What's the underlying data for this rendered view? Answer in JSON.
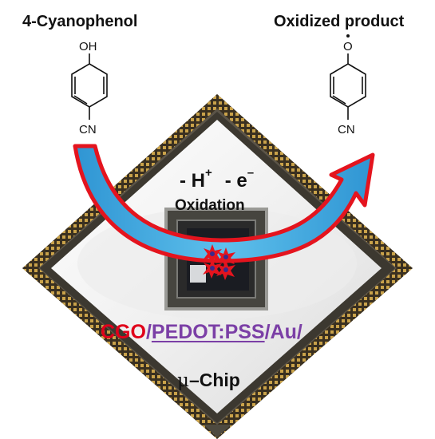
{
  "reactant": {
    "name": "4-Cyanophenol",
    "top_group": "OH",
    "bottom_group": "CN"
  },
  "product": {
    "name": "Oxidized product",
    "top_group": "O",
    "bottom_group": "CN"
  },
  "process": {
    "proton": "- H",
    "proton_charge": "+",
    "electron": "- e",
    "electron_charge": "–",
    "label": "Oxidation"
  },
  "material_stack": {
    "parts": [
      "CGO",
      "/",
      "PEDOT:PSS",
      "/Au/"
    ]
  },
  "device": {
    "mu": "μ",
    "text": "–Chip"
  },
  "colors": {
    "arrow_fill": "#3aa8df",
    "arrow_outline": "#e4141e",
    "spark_fill": "#e4141e",
    "spark_core": "#3b2a8c",
    "material_cgo": "#e0001a",
    "material_other": "#7b3fa6",
    "chip_pad": "#c9a24a"
  },
  "icons": {
    "spark": "star-burst-icon",
    "arrow": "curved-arrow-icon"
  }
}
